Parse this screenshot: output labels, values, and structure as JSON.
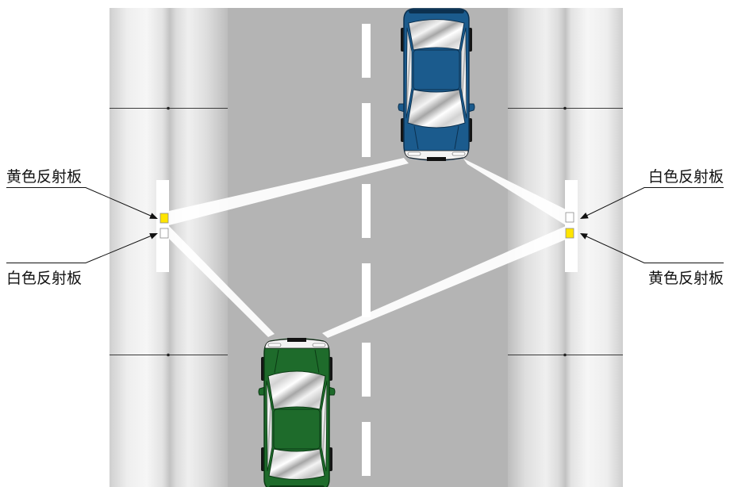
{
  "labels": {
    "left_upper": "黄色反射板",
    "left_lower": "白色反射板",
    "right_upper": "白色反射板",
    "right_lower": "黄色反射板"
  },
  "colors": {
    "road": "#b4b4b4",
    "yellow_reflector": "#ffe500",
    "white_reflector": "#ffffff",
    "blue_car": "#1b5b8d",
    "green_car": "#1e6b2b",
    "beam": "#ffffff"
  },
  "icons": {
    "top_vehicle": "blue-car-icon",
    "bottom_vehicle": "green-car-icon",
    "left_post": "reflector-post-icon",
    "right_post": "reflector-post-icon"
  }
}
